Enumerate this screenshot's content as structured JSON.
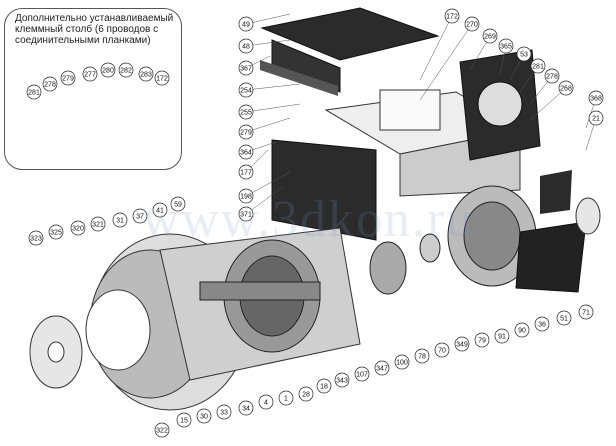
{
  "inset": {
    "title": "Дополнительно устанавливаемый клеммный столб (6 проводов с соединительными планками)",
    "callouts": [
      "281",
      "278",
      "279",
      "277",
      "280",
      "282",
      "283",
      "172"
    ]
  },
  "callouts": [
    "49",
    "48",
    "367",
    "254",
    "255",
    "279",
    "364",
    "177",
    "198",
    "371",
    "172",
    "270",
    "269",
    "365",
    "53",
    "281",
    "278",
    "268",
    "368",
    "21",
    "59",
    "41",
    "37",
    "31",
    "321",
    "320",
    "325",
    "323",
    "322",
    "15",
    "30",
    "33",
    "34",
    "4",
    "1",
    "28",
    "18",
    "343",
    "107",
    "347",
    "100",
    "78",
    "70",
    "349",
    "79",
    "91",
    "90",
    "36",
    "51",
    "71"
  ],
  "watermark": "www.3dkon.ru",
  "colors": {
    "line": "#222222",
    "panel": "#2b2b2b",
    "accent": "#d6d6d6"
  }
}
